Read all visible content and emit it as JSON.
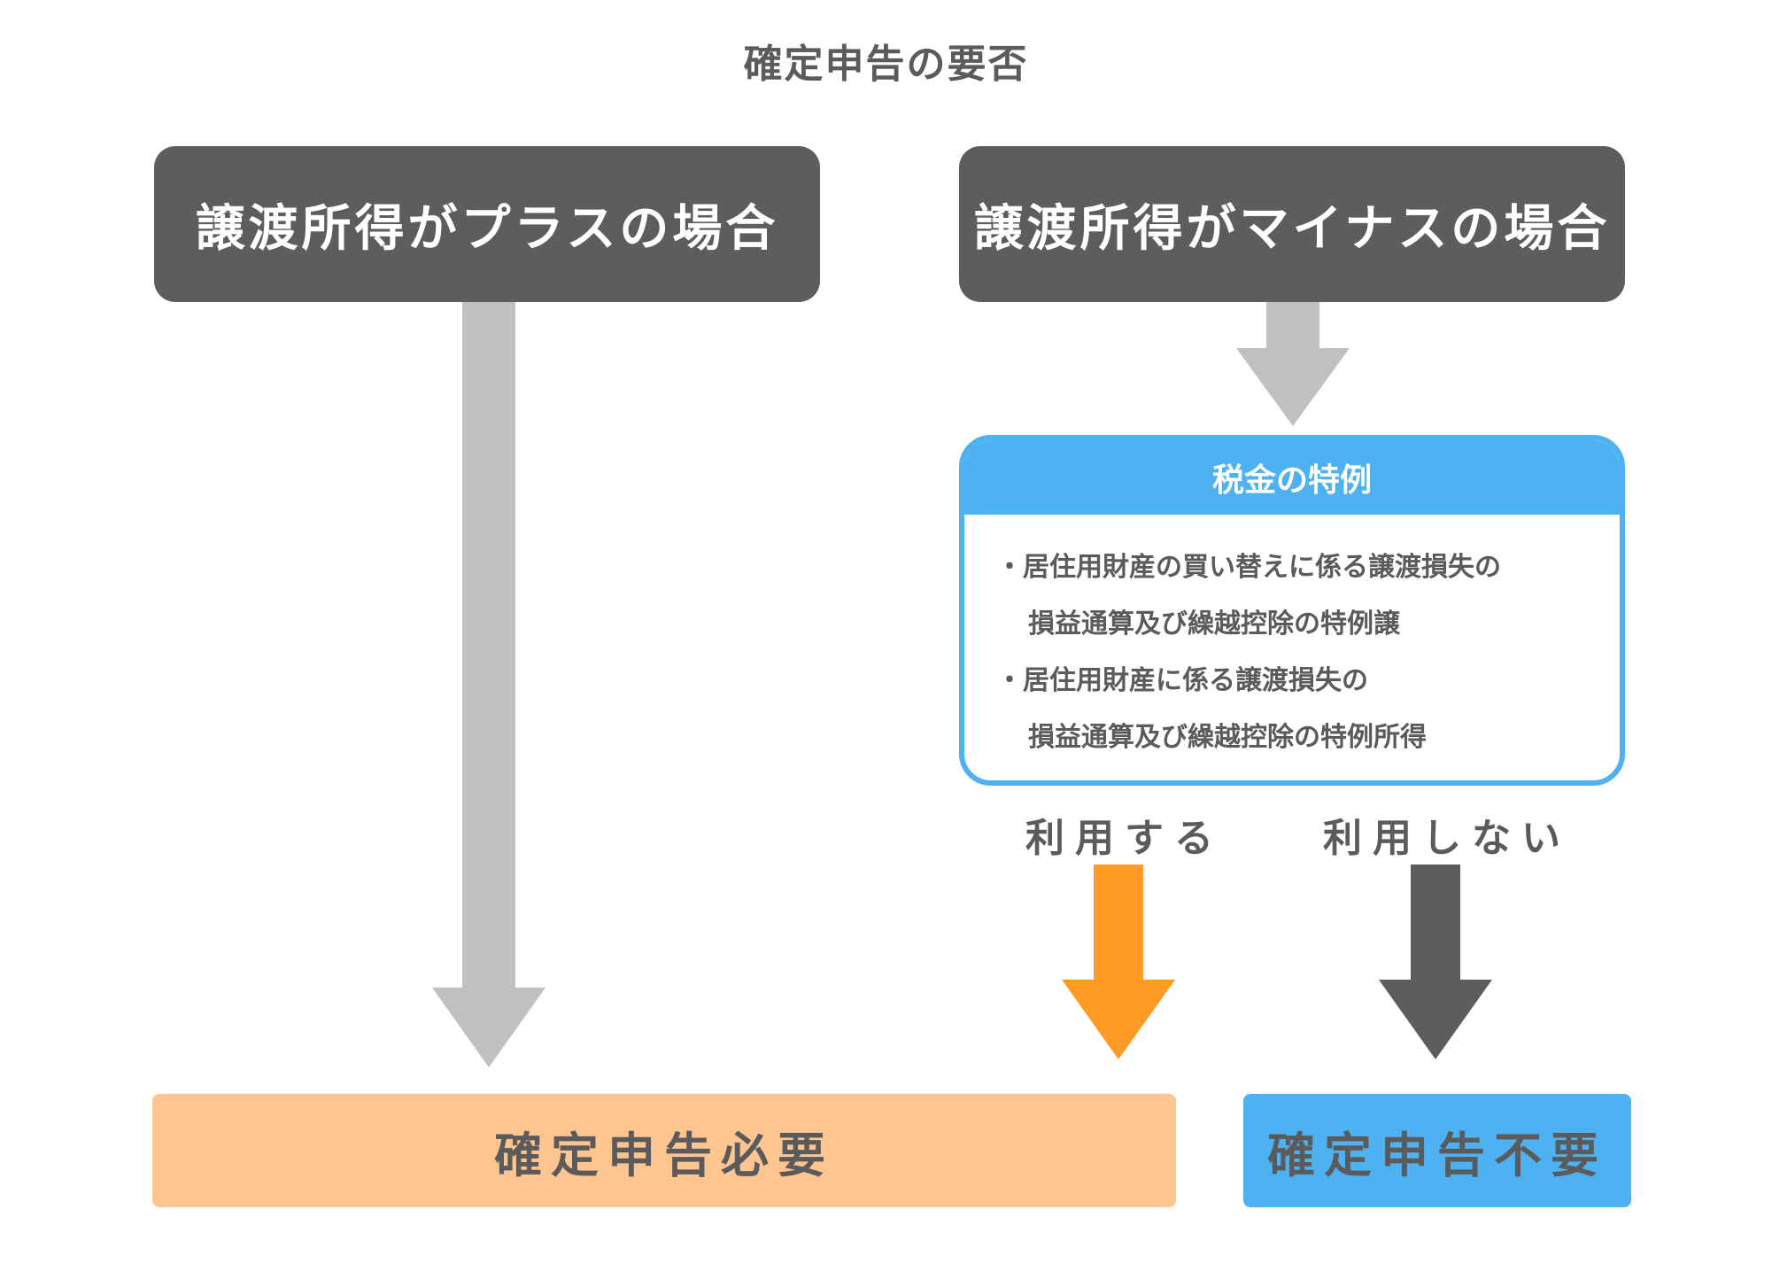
{
  "title": "確定申告の要否",
  "top_boxes": {
    "plus": "譲渡所得がプラスの場合",
    "minus": "譲渡所得がマイナスの場合"
  },
  "special": {
    "header": "税金の特例",
    "items": [
      {
        "line1": "・居住用財産の買い替えに係る譲渡損失の",
        "line2": "損益通算及び繰越控除の特例譲"
      },
      {
        "line1": "・居住用財産に係る譲渡損失の",
        "line2": "損益通算及び繰越控除の特例所得"
      }
    ]
  },
  "choices": {
    "use": "利用する",
    "not_use": "利用しない"
  },
  "results": {
    "required": "確定申告必要",
    "not_required": "確定申告不要"
  },
  "colors": {
    "dark": "#5d5d5d",
    "gray_arrow": "#c0c0c0",
    "orange_arrow": "#ff9a24",
    "blue": "#4db1f2",
    "peach": "#ffc590"
  }
}
